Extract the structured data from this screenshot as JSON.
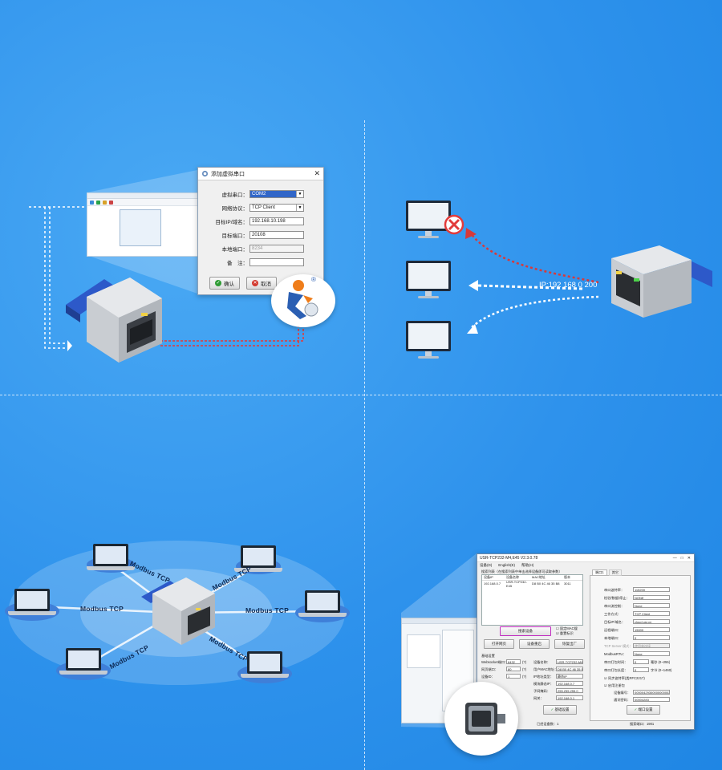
{
  "dialog": {
    "title": "添加虚拟串口",
    "close": "✕",
    "fields": [
      {
        "label": "虚拟串口：",
        "value": "COM2"
      },
      {
        "label": "网络协议：",
        "value": "TCP Client"
      },
      {
        "label": "目标IP/域名：",
        "value": "192.168.10.198"
      },
      {
        "label": "目标端口：",
        "value": "20108"
      },
      {
        "label": "本地端口：",
        "value": "8234"
      },
      {
        "label": "备　注：",
        "value": ""
      }
    ],
    "ok_label": "确认",
    "cancel_label": "取消"
  },
  "logo_mark": "®",
  "q2": {
    "ip_label": "IP:192 168 0 200"
  },
  "q3": {
    "labels": [
      "Modbus TCP",
      "Modbus TCP",
      "Modbus TCP",
      "Modbus TCP",
      "Modbus TCP",
      "Modbus TCP"
    ]
  },
  "software": {
    "title": "USR-TCP232-M4,E45 V2.3.0.78",
    "menu": [
      "设备(D)",
      "English(E)",
      "帮助(H)"
    ],
    "device_list_label": "搜索列表（在搜索列表中单击选择设备即可读取参数）",
    "list_headers": [
      "设备IP",
      "设备名称",
      "MAC地址",
      "版本"
    ],
    "list_row": [
      "192.168.0.7",
      "USR-TCP232-E45",
      "D8 B0 4C 46 35 B8",
      "3011"
    ],
    "search_button": "搜索设备",
    "check1": "固定MAC搜",
    "check2": "重置标识",
    "btn_open_web": "打开网页",
    "btn_reset": "设备重启",
    "btn_factory": "恢复出厂",
    "basic_section": "基础设置",
    "basic": [
      {
        "label": "Websocket端口：",
        "value": "6432",
        "tag": "(?)"
      },
      {
        "label": "网页端口：",
        "value": "80",
        "tag": "(?)"
      },
      {
        "label": "设备ID：",
        "value": "1",
        "tag": "(?)"
      }
    ],
    "basic_right": [
      {
        "label": "设备名称：",
        "value": "USR-TCP232-M4"
      },
      {
        "label": "用户MAC地址：",
        "value": "D8 B0 4C 46 35 B8"
      },
      {
        "label": "IP地址类型：",
        "value": "静态IP"
      },
      {
        "label": "模块静态IP：",
        "value": "192.168.0.7"
      },
      {
        "label": "子网掩码：",
        "value": "255.255.255.0"
      },
      {
        "label": "网关：",
        "value": "192.168.0.1"
      }
    ],
    "btn_basic_save": "基础设置",
    "tabs": [
      "端口1",
      "其它"
    ],
    "port": [
      {
        "label": "串口波特率：",
        "value": "115200"
      },
      {
        "label": "检验/数据/停止：",
        "value": "NONE"
      },
      {
        "label": "串口流控制：",
        "value": "None"
      },
      {
        "label": "工作方式：",
        "value": "TCP Client"
      },
      {
        "label": "目标IP/域名：",
        "value": "cloud.usr.cn"
      },
      {
        "label": "远程端口：",
        "value": "15000"
      },
      {
        "label": "本地端口：",
        "value": "0"
      },
      {
        "label": "TCP Server 模式：",
        "value": "使用单连接"
      },
      {
        "label": "ModbusRTU：",
        "value": "None"
      },
      {
        "label": "串口打包时间：",
        "value": "0"
      },
      {
        "label": "串口打包长度：",
        "value": "0"
      }
    ],
    "pack_hint1": "毫秒 (0~255)",
    "pack_hint2": "字节 (0~1460)",
    "check_sync": "同步波特率(类RFC2217)",
    "check_reg": "启用注册包",
    "reg_id_label": "设备编号：",
    "reg_id_value": "00000429300000000002",
    "pwd_label": "通讯密码：",
    "pwd_value": "00004283",
    "btn_port_save": "端口设置",
    "status_left": "已经设备数：1",
    "status_right": "搜索端口：1901"
  },
  "colors": {
    "bg": "#2e92ec",
    "dialog_sel": "#3166c8",
    "ok_green": "#2e9b34",
    "cancel_red": "#d33a2f",
    "cross_red": "#e23b3b"
  }
}
